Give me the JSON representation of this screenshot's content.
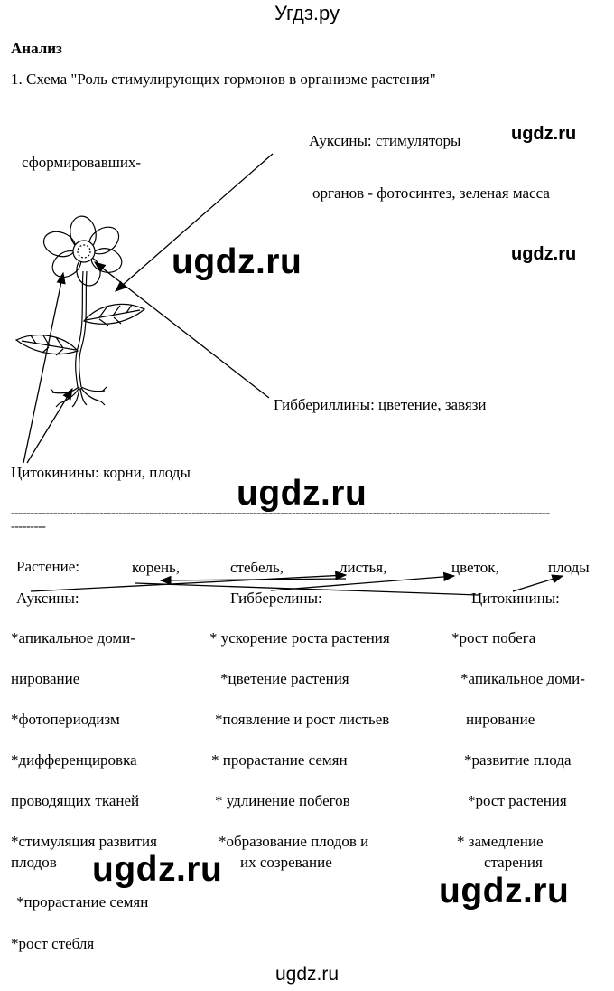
{
  "header": {
    "site_title": "Угдз.ру"
  },
  "footer": {
    "site": "ugdz.ru"
  },
  "watermark": "ugdz.ru",
  "section_title": "Анализ",
  "task_heading": "1.  Схема \"Роль стимулирующих гормонов в организме растения\"",
  "scheme": {
    "auxins_line1": "Ауксины: стимуляторы",
    "auxins_left": "сформировавших-",
    "auxins_line2": "органов - фотосинтез, зеленая масса",
    "gibberellins": "Гиббериллины: цветение, завязи",
    "cytokinins": "Цитокинины: корни, плоды"
  },
  "dash_line_1": "--------------------------------------------------------------------------------------------------------------------------------------------",
  "dash_line_2": "---------",
  "plant_row": {
    "label": "Растение:",
    "parts": [
      "корень,",
      "стебель,",
      "листья,",
      "цветок,",
      "плоды"
    ]
  },
  "hormones": {
    "auxins": "Ауксины:",
    "gibberellins": "Гибберелины:",
    "cytokinins": "Цитокинины:"
  },
  "columns": {
    "auxins": [
      "*апикальное доми-",
      "нирование",
      "*фотопериодизм",
      "*дифференцировка",
      "проводящих тканей",
      "*стимуляция развития",
      "плодов",
      "*прорастание семян",
      "*рост стебля"
    ],
    "gibberellins": [
      "* ускорение роста растения",
      "*цветение растения",
      "*появление и рост листьев",
      "* прорастание семян",
      "* удлинение побегов",
      "*образование плодов и",
      "их созревание"
    ],
    "cytokinins": [
      "*рост побега",
      "*апикальное доми-",
      "нирование",
      "*развитие плода",
      "*рост растения",
      "* замедление",
      "старения"
    ]
  }
}
